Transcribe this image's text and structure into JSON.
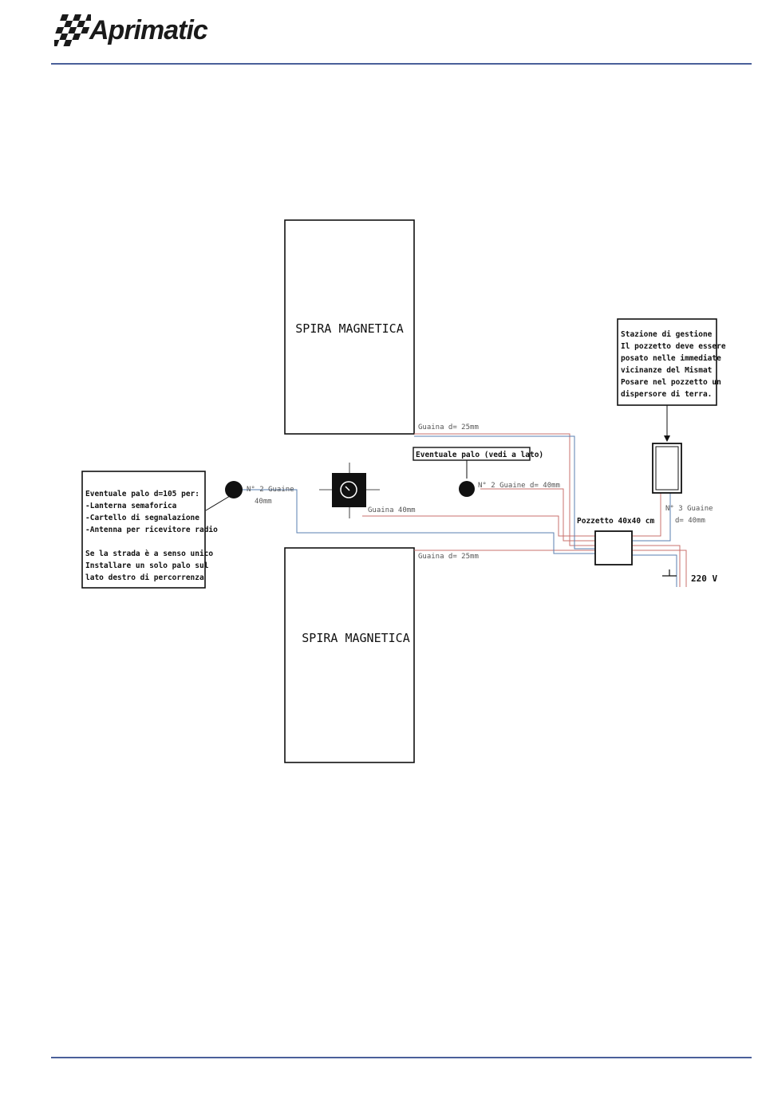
{
  "header": {
    "brand": "Aprimatic"
  },
  "colors": {
    "rule": "#4a5f9a",
    "line_red": "#c9716d",
    "line_blue": "#5a7fb0",
    "ink": "#111111"
  },
  "diagram": {
    "coil_top_label": "SPIRA MAGNETICA",
    "coil_bottom_label": "SPIRA MAGNETICA",
    "station_note": [
      "Stazione di gestione",
      "Il pozzetto deve essere",
      "posato nelle immediate",
      "vicinanze del Mismat",
      "Posare nel pozzetto un",
      "dispersore di terra."
    ],
    "pole_note": [
      "Eventuale palo d=105 per:",
      "-Lanterna semaforica",
      "-Cartello di segnalazione",
      "-Antenna per ricevitore radio",
      "",
      "Se la strada è a senso unico",
      "Installare un solo palo sul",
      "lato destro di percorrenza"
    ],
    "optional_pole_note": "Eventuale palo (vedi a lato)",
    "sheath_top": "Guaina d= 25mm",
    "sheath_bottom": "Guaina d= 25mm",
    "left_sheaths_l1": "N° 2 Guaine",
    "left_sheaths_l2": "40mm",
    "center_sheath": "Guaina 40mm",
    "right_sheaths": "N° 2 Guaine d= 40mm",
    "pit_label": "Pozzetto 40x40 cm",
    "station_sheaths_l1": "N° 3 Guaine",
    "station_sheaths_l2": "d= 40mm",
    "power_label": "220 V"
  }
}
